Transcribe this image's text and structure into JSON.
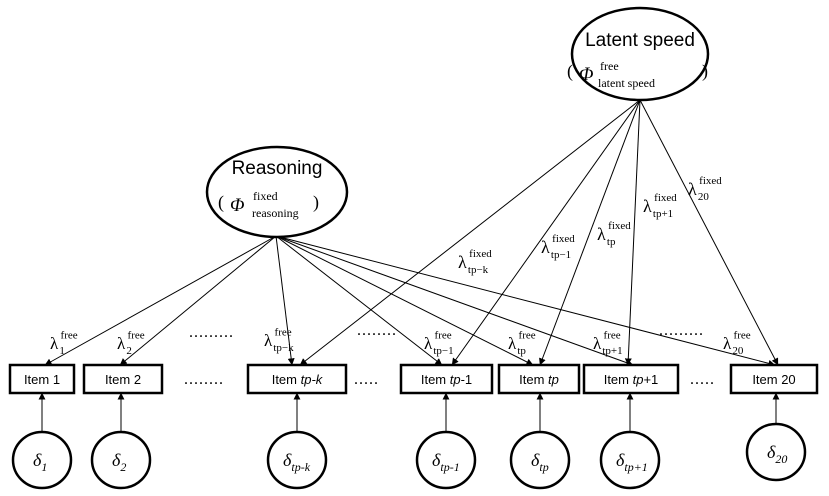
{
  "latents": {
    "speed": {
      "title": "Latent speed",
      "phi": "Φ",
      "phi_sup": "free",
      "phi_sub": "latent speed",
      "open": "(",
      "close": ")"
    },
    "reasoning": {
      "title": "Reasoning",
      "phi": "Φ",
      "phi_sup": "fixed",
      "phi_sub": "reasoning",
      "open": "(",
      "close": ")"
    }
  },
  "items": [
    {
      "pre": "Item 1",
      "it": "",
      "post": ""
    },
    {
      "pre": "Item 2",
      "it": "",
      "post": ""
    },
    {
      "pre": "Item ",
      "it": "tp-k",
      "post": ""
    },
    {
      "pre": "Item ",
      "it": "tp",
      "post": "-1"
    },
    {
      "pre": "Item ",
      "it": "tp",
      "post": ""
    },
    {
      "pre": "Item ",
      "it": "tp",
      "post": "+1"
    },
    {
      "pre": "Item 20",
      "it": "",
      "post": ""
    }
  ],
  "errors": [
    {
      "sym": "δ",
      "sub": "1"
    },
    {
      "sym": "δ",
      "sub": "2"
    },
    {
      "sym": "δ",
      "sub": "tp-k"
    },
    {
      "sym": "δ",
      "sub": "tp-1"
    },
    {
      "sym": "δ",
      "sub": "tp"
    },
    {
      "sym": "δ",
      "sub": "tp+1"
    },
    {
      "sym": "δ",
      "sub": "20"
    }
  ],
  "reasoning_loadings": [
    {
      "sym": "λ",
      "sup": "free",
      "sub": "1"
    },
    {
      "sym": "λ",
      "sup": "free",
      "sub": "2"
    },
    {
      "sym": "λ",
      "sup": "free",
      "sub": "tp−k"
    },
    {
      "sym": "λ",
      "sup": "free",
      "sub": "tp−1"
    },
    {
      "sym": "λ",
      "sup": "free",
      "sub": "tp"
    },
    {
      "sym": "λ",
      "sup": "free",
      "sub": "tp+1"
    },
    {
      "sym": "λ",
      "sup": "free",
      "sub": "20"
    }
  ],
  "speed_loadings": [
    {
      "sym": "λ",
      "sup": "fixed",
      "sub": "tp−k"
    },
    {
      "sym": "λ",
      "sup": "fixed",
      "sub": "tp−1"
    },
    {
      "sym": "λ",
      "sup": "fixed",
      "sub": "tp"
    },
    {
      "sym": "λ",
      "sup": "fixed",
      "sub": "tp+1"
    },
    {
      "sym": "λ",
      "sup": "fixed",
      "sub": "20"
    }
  ],
  "ellipsis": [
    "........",
    ".........",
    "........",
    ".....",
    ".........",
    "....."
  ]
}
